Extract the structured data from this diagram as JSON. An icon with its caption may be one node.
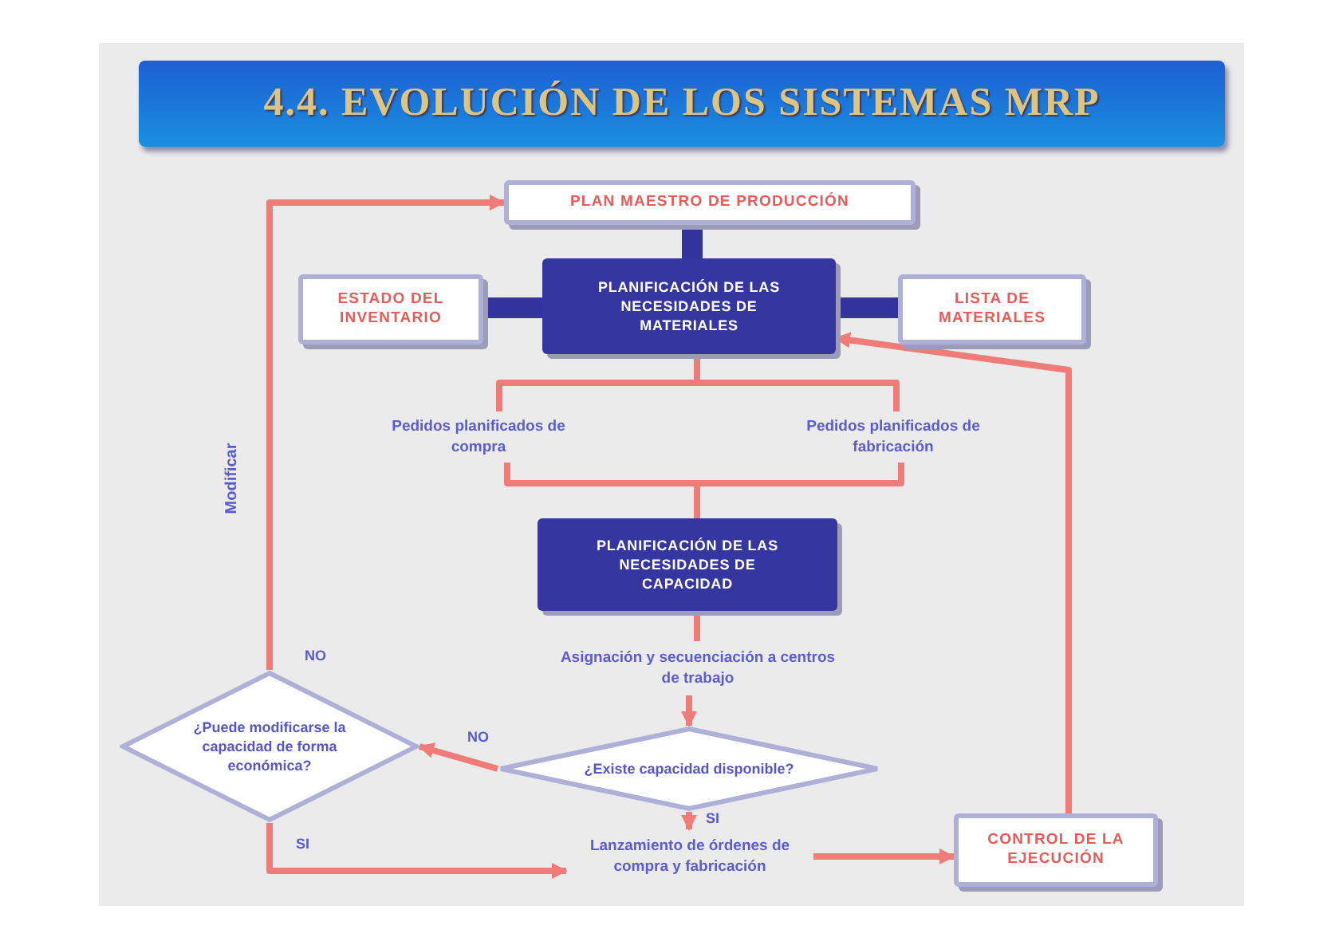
{
  "diagram": {
    "title": "4.4. EVOLUCIÓN DE LOS SISTEMAS MRP",
    "nodes": [
      {
        "text": [
          "PLAN MAESTRO DE PRODUCCIÓN"
        ]
      },
      {
        "text": [
          "ESTADO DEL INVENTARIO"
        ]
      },
      {
        "text": [
          "PLANIFICACIÓN DE LAS NECESIDADES DE MATERIALES"
        ]
      },
      {
        "text": [
          "LISTA DE MATERIALES"
        ]
      },
      {
        "text": [
          "Pedidos planificados de compra"
        ]
      },
      {
        "text": [
          "Pedidos planificados de fabricación"
        ]
      },
      {
        "text": [
          "PLANIFICACIÓN DE LAS NECESIDADES DE CAPACIDAD"
        ]
      },
      {
        "text": [
          "Asignación y secuenciación a centros de trabajo"
        ]
      },
      {
        "text": [
          "¿Puede modificarse la capacidad de forma económica?"
        ]
      },
      {
        "text": [
          "¿Existe capacidad disponible?"
        ]
      },
      {
        "text": [
          "Lanzamiento de órdenes de compra y fabricación"
        ]
      },
      {
        "text": [
          "CONTROL DE LA EJECUCIÓN"
        ]
      }
    ],
    "edges": [
      {
        "from": 0,
        "to": 2,
        "arrow": "none",
        "style": "thick",
        "color": "#34349e"
      },
      {
        "from": 1,
        "to": 2,
        "arrow": "none",
        "style": "thick",
        "color": "#34349e"
      },
      {
        "from": 3,
        "to": 2,
        "arrow": "none",
        "style": "thick",
        "color": "#34349e"
      },
      {
        "from": 2,
        "to": 4,
        "arrow": "none"
      },
      {
        "from": 2,
        "to": 5,
        "arrow": "none"
      },
      {
        "from": 4,
        "to": 6,
        "arrow": "none"
      },
      {
        "from": 5,
        "to": 6,
        "arrow": "none"
      },
      {
        "from": 6,
        "to": 7,
        "arrow": "none"
      },
      {
        "from": 7,
        "to": 9,
        "arrow": "to"
      },
      {
        "from": 9,
        "to": 8,
        "arrow": "to",
        "label": "NO"
      },
      {
        "from": 8,
        "to": 0,
        "arrow": "to",
        "label": "NO"
      },
      {
        "from": 8,
        "to": 10,
        "arrow": "to",
        "label": "SI"
      },
      {
        "from": 9,
        "to": 10,
        "arrow": "to",
        "label": "SI"
      },
      {
        "from": 10,
        "to": 11,
        "arrow": "to"
      },
      {
        "from": 11,
        "to": 2,
        "arrow": "to"
      }
    ],
    "labels": [
      "Modificar"
    ]
  }
}
